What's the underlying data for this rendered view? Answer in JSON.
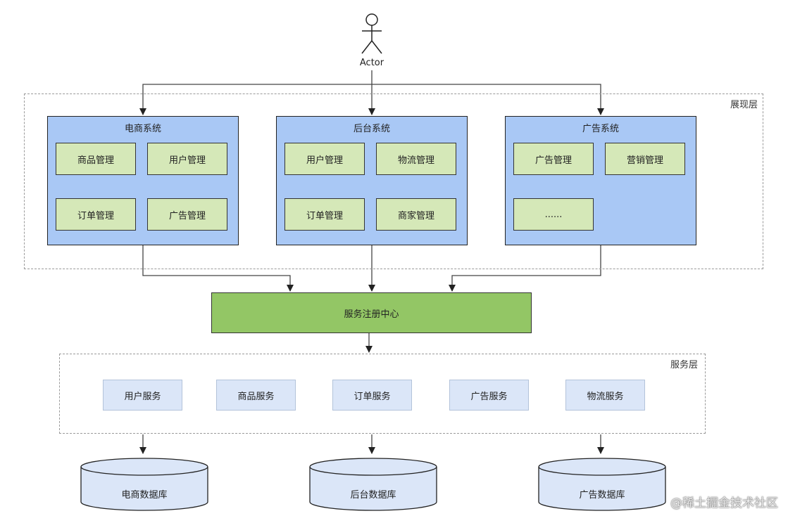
{
  "actor": {
    "label": "Actor"
  },
  "presentation_layer": {
    "label": "展现层",
    "systems": [
      {
        "title": "电商系统",
        "modules": [
          "商品管理",
          "用户管理",
          "订单管理",
          "广告管理"
        ]
      },
      {
        "title": "后台系统",
        "modules": [
          "用户管理",
          "物流管理",
          "订单管理",
          "商家管理"
        ]
      },
      {
        "title": "广告系统",
        "modules": [
          "广告管理",
          "营销管理",
          "......"
        ]
      }
    ]
  },
  "registry": {
    "label": "服务注册中心"
  },
  "service_layer": {
    "label": "服务层",
    "services": [
      "用户服务",
      "商品服务",
      "订单服务",
      "广告服务",
      "物流服务"
    ]
  },
  "databases": [
    "电商数据库",
    "后台数据库",
    "广告数据库"
  ],
  "watermark": "@稀土掘金技术社区",
  "colors": {
    "system_fill": "#a9c8f5",
    "module_fill": "#d5e8b8",
    "registry_fill": "#93c665",
    "service_fill": "#dbe6f8",
    "database_fill": "#dbe6f8"
  }
}
